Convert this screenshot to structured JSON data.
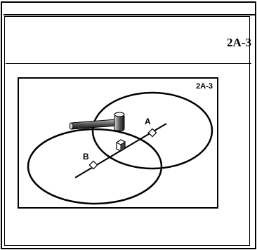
{
  "page": {
    "label": "2A-3"
  },
  "figure": {
    "tag": "2A-3",
    "points": [
      {
        "id": "A",
        "label": "A"
      },
      {
        "id": "B",
        "label": "B"
      }
    ]
  }
}
